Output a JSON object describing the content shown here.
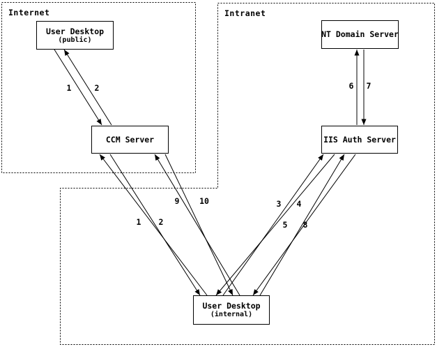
{
  "diagram": {
    "regions": {
      "internet": {
        "label": "Internet"
      },
      "intranet": {
        "label": "Intranet"
      }
    },
    "nodes": {
      "user_desktop_public": {
        "title": "User Desktop",
        "subtitle": "(public)"
      },
      "ccm_server": {
        "title": "CCM Server"
      },
      "nt_domain_server": {
        "title": "NT Domain Server"
      },
      "iis_auth_server": {
        "title": "IIS Auth Server"
      },
      "user_desktop_internal": {
        "title": "User Desktop",
        "subtitle": "(internal)"
      }
    },
    "flow_labels": {
      "public_1": "1",
      "public_2": "2",
      "internal_1": "1",
      "internal_2": "2",
      "step_3": "3",
      "step_4": "4",
      "step_5": "5",
      "step_8": "8",
      "step_9": "9",
      "step_10": "10",
      "step_6": "6",
      "step_7": "7"
    },
    "connections": [
      {
        "from": "User Desktop (public)",
        "to": "CCM Server",
        "steps": [
          "1",
          "2"
        ]
      },
      {
        "from": "User Desktop (internal)",
        "to": "CCM Server",
        "steps": [
          "1",
          "2"
        ]
      },
      {
        "from": "CCM Server",
        "to": "User Desktop (internal)",
        "steps": [
          "9",
          "10"
        ]
      },
      {
        "from": "User Desktop (internal)",
        "to": "IIS Auth Server",
        "steps": [
          "3",
          "4",
          "5",
          "8"
        ]
      },
      {
        "from": "IIS Auth Server",
        "to": "NT Domain Server",
        "steps": [
          "6",
          "7"
        ]
      }
    ]
  },
  "colors": {
    "line": "#000000",
    "background": "#ffffff"
  }
}
